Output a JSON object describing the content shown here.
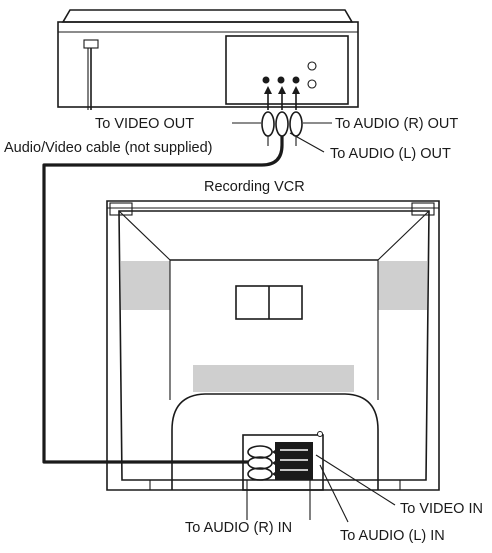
{
  "labels": {
    "video_out": "To VIDEO OUT",
    "audio_r_out": "To AUDIO (R) OUT",
    "audio_l_out": "To AUDIO (L) OUT",
    "cable": "Audio/Video cable (not supplied)",
    "recording_vcr": "Recording VCR",
    "video_in": "To VIDEO IN",
    "audio_r_in": "To AUDIO (R) IN",
    "audio_l_in": "To AUDIO (L) IN"
  },
  "colors": {
    "line": "#1a1a1a",
    "shade": "#cfcfcf",
    "background": "#ffffff"
  }
}
